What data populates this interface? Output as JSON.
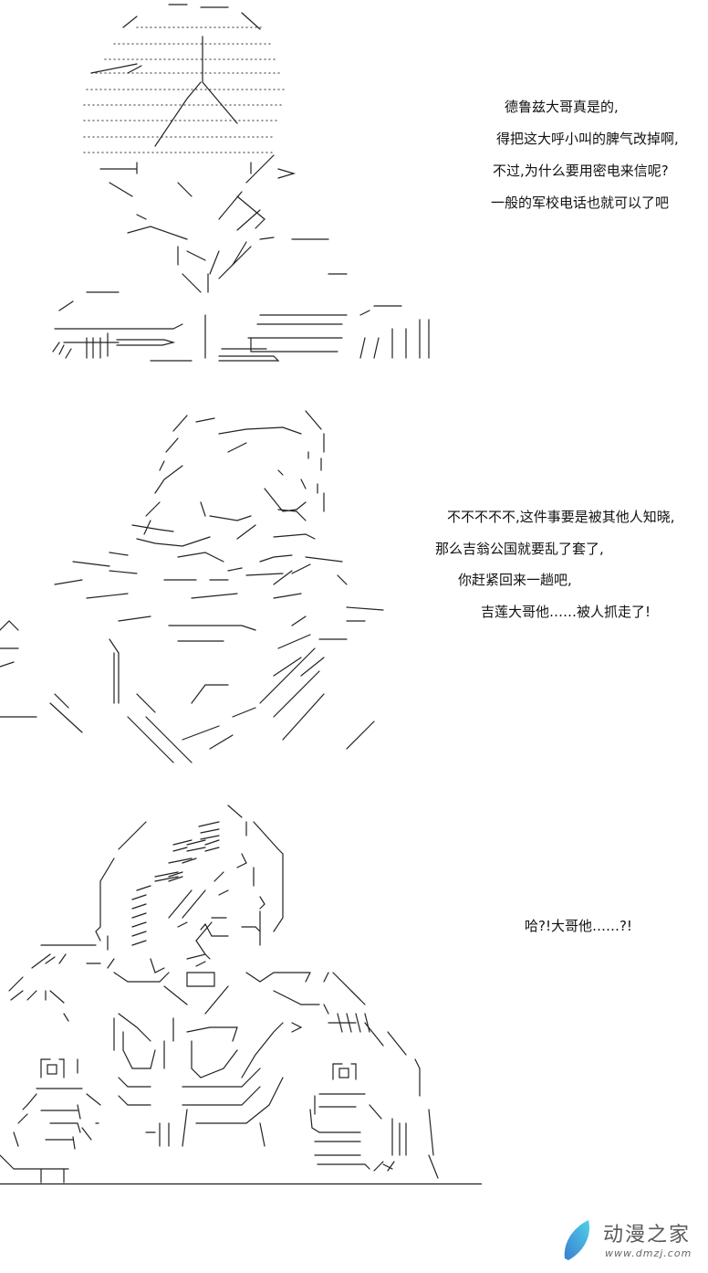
{
  "panels": [
    {
      "id": "panel-1",
      "figure": "uniformed-officer-ascii-art",
      "dialogue": [
        "德鲁兹大哥真是的,",
        "得把这大呼小叫的脾气改掉啊,",
        "不过,为什么要用密电来信呢?",
        "一般的军校电话也就可以了吧"
      ]
    },
    {
      "id": "panel-2",
      "figure": "long-haired-man-ascii-art",
      "dialogue": [
        "不不不不不,这件事要是被其他人知晓,",
        "那么吉翁公国就要乱了套了,",
        "你赶紧回来一趟吧,",
        "吉莲大哥他……被人抓走了!"
      ]
    },
    {
      "id": "panel-3",
      "figure": "shocked-man-at-table-ascii-art",
      "props": [
        "同",
        "同"
      ],
      "dialogue": [
        "哈?!大哥他……?!"
      ]
    }
  ],
  "watermark": {
    "title": "动漫之家",
    "url": "www.dmzj.com",
    "logo_colors": [
      "#4fc3e8",
      "#3a7fd0"
    ]
  }
}
